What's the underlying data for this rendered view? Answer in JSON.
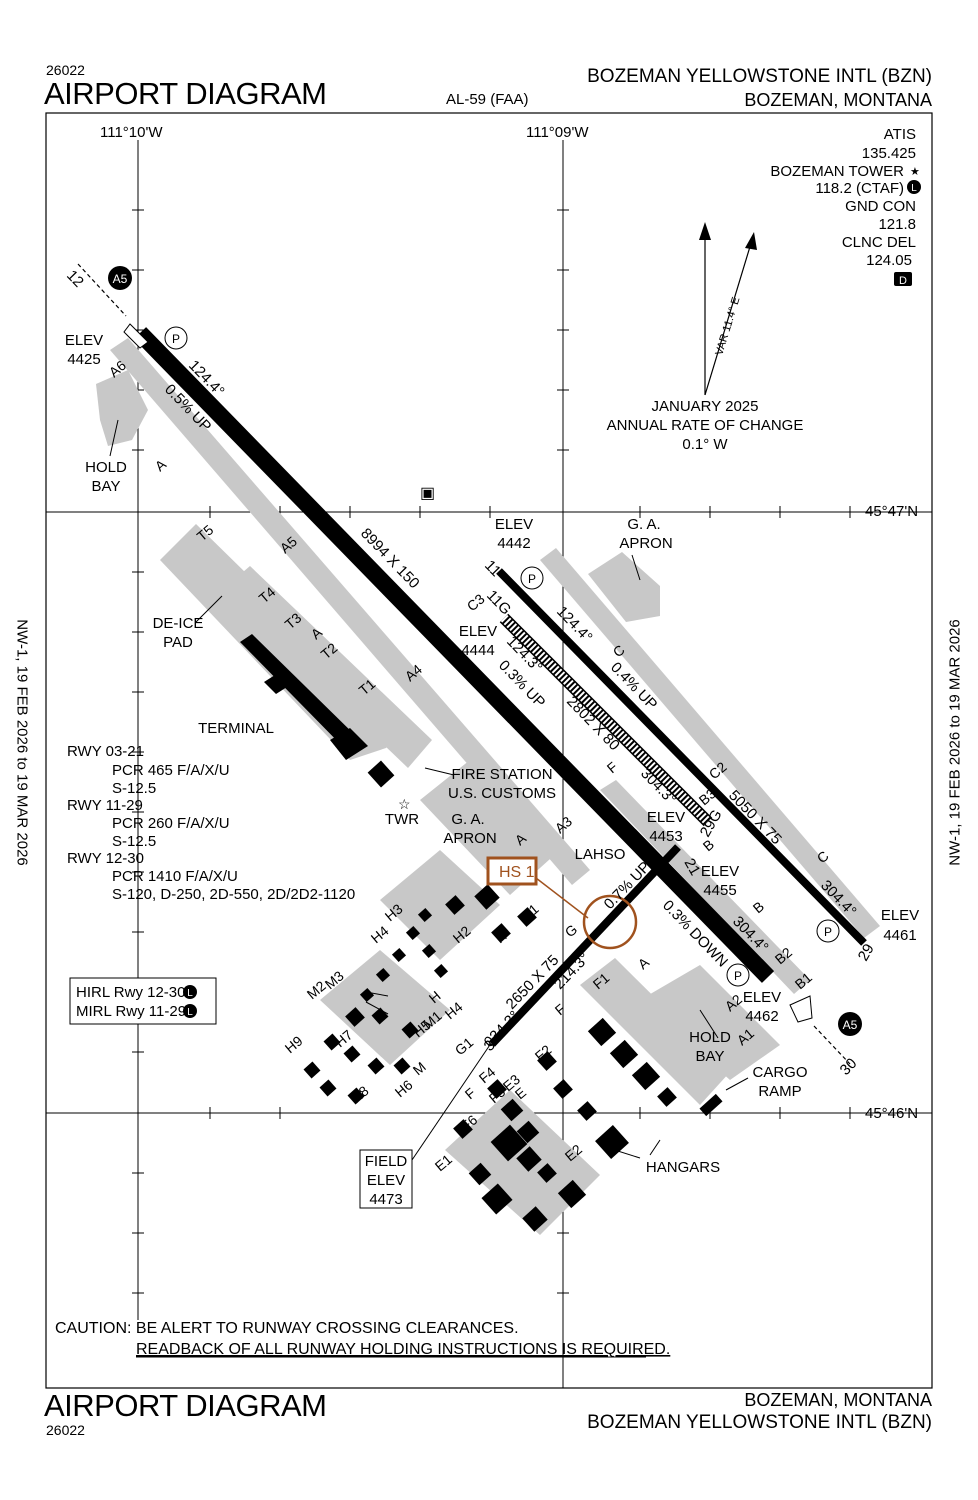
{
  "header": {
    "chart_id": "26022",
    "title": "AIRPORT DIAGRAM",
    "chart_number": "AL-59 (FAA)",
    "airport_name": "BOZEMAN YELLOWSTONE INTL (BZN)",
    "city_state": "BOZEMAN, MONTANA"
  },
  "footer": {
    "title": "AIRPORT DIAGRAM",
    "chart_id": "26022",
    "city_state": "BOZEMAN, MONTANA",
    "airport_name": "BOZEMAN YELLOWSTONE INTL (BZN)"
  },
  "validity": {
    "left": "NW-1, 19 FEB 2026 to 19 MAR 2026",
    "right": "NW-1, 19 FEB 2026 to 19 MAR 2026"
  },
  "grid": {
    "lon_west": "111°10'W",
    "lon_east": "111°09'W",
    "lat_north": "45°47'N",
    "lat_south": "45°46'N"
  },
  "comms": {
    "atis_label": "ATIS",
    "atis_freq": "135.425",
    "tower_label": "BOZEMAN TOWER",
    "tower_freq": "118.2 (CTAF)",
    "gnd_label": "GND CON",
    "gnd_freq": "121.8",
    "clnc_label": "CLNC DEL",
    "clnc_freq": "124.05",
    "badge_l": "L",
    "badge_d": "D"
  },
  "magnetic": {
    "var": "VAR 11.4° E",
    "date": "JANUARY 2025",
    "rate_label": "ANNUAL RATE OF CHANGE",
    "rate": "0.1° W"
  },
  "runways": {
    "rwy_12_30_dims": "8994 X 150",
    "rwy_11_29_dims": "5050 X 75",
    "rwy_03_21_dims": "2650 X 75",
    "rwy_11g_29g_dims": "2802 X 80",
    "hdg_124_4": "124.4°",
    "hdg_304_4": "304.4°",
    "hdg_124_3": "124.3°",
    "hdg_304_3": "304.3°",
    "hdg_034_3": "034.3°",
    "hdg_214_3": "214.3°",
    "grad_05_up": "0.5% UP",
    "grad_04_up": "0.4% UP",
    "grad_03_up": "0.3% UP",
    "grad_07_up": "0.7% UP",
    "grad_03_down": "0.3% DOWN",
    "end_12": "12",
    "end_30": "30",
    "end_11": "11",
    "end_29": "29",
    "end_11g": "11G",
    "end_29g": "29G",
    "end_3": "3",
    "end_21": "21"
  },
  "elevations": {
    "elev_label": "ELEV",
    "e4425": "4425",
    "e4442": "4442",
    "e4444": "4444",
    "e4453": "4453",
    "e4455": "4455",
    "e4461": "4461",
    "e4462": "4462",
    "field_label1": "FIELD",
    "field_label2": "ELEV",
    "field_value": "4473"
  },
  "labels": {
    "hold_bay_1": "HOLD",
    "hold_bay_2": "BAY",
    "deice_1": "DE-ICE",
    "deice_2": "PAD",
    "terminal": "TERMINAL",
    "fire_station": "FIRE STATION",
    "customs": "U.S. CUSTOMS",
    "twr": "TWR",
    "ga_apron_1": "G. A.",
    "ga_apron_2": "APRON",
    "lahso": "LAHSO",
    "hs1": "HS 1",
    "cargo_1": "CARGO",
    "cargo_2": "RAMP",
    "hangars": "HANGARS",
    "p": "P",
    "a5": "A5"
  },
  "taxiways": {
    "A": "A",
    "A1": "A1",
    "A2": "A2",
    "A3": "A3",
    "A4": "A4",
    "A5": "A5",
    "A6": "A6",
    "B": "B",
    "B1": "B1",
    "B2": "B2",
    "B3": "B3",
    "C": "C",
    "C2": "C2",
    "C3": "C3",
    "E": "E",
    "E1": "E1",
    "E2": "E2",
    "E3": "E3",
    "F": "F",
    "F1": "F1",
    "F2": "F2",
    "F4": "F4",
    "F5": "F5",
    "F6": "F6",
    "G": "G",
    "G1": "G1",
    "H": "H",
    "H1": "H1",
    "H2": "H2",
    "H3": "H3",
    "H4": "H4",
    "H5": "H5",
    "H6": "H6",
    "H7": "H7",
    "H8": "H8",
    "H9": "H9",
    "M": "M",
    "M1": "M1",
    "M2": "M2",
    "M3": "M3",
    "T1": "T1",
    "T2": "T2",
    "T3": "T3",
    "T4": "T4",
    "T5": "T5"
  },
  "pcr": {
    "rwy_03_21": "RWY 03-21",
    "rwy_03_21_pcr": "PCR 465 F/A/X/U",
    "rwy_03_21_s": "S-12.5",
    "rwy_11_29": "RWY 11-29",
    "rwy_11_29_pcr": "PCR 260 F/A/X/U",
    "rwy_11_29_s": "S-12.5",
    "rwy_12_30": "RWY 12-30",
    "rwy_12_30_pcr": "PCR 1410 F/A/X/U",
    "rwy_12_30_s": "S-120, D-250, 2D-550, 2D/2D2-1120"
  },
  "lighting": {
    "line1": "HIRL Rwy 12-30",
    "line2": "MIRL Rwy 11-29"
  },
  "caution": {
    "line1": "CAUTION: BE ALERT TO RUNWAY CROSSING CLEARANCES.",
    "line2": "READBACK OF ALL RUNWAY HOLDING INSTRUCTIONS IS REQUIRED."
  },
  "colors": {
    "pavement": "#c8c8c8",
    "runway": "#000000",
    "hotspot": "#a0521e"
  }
}
